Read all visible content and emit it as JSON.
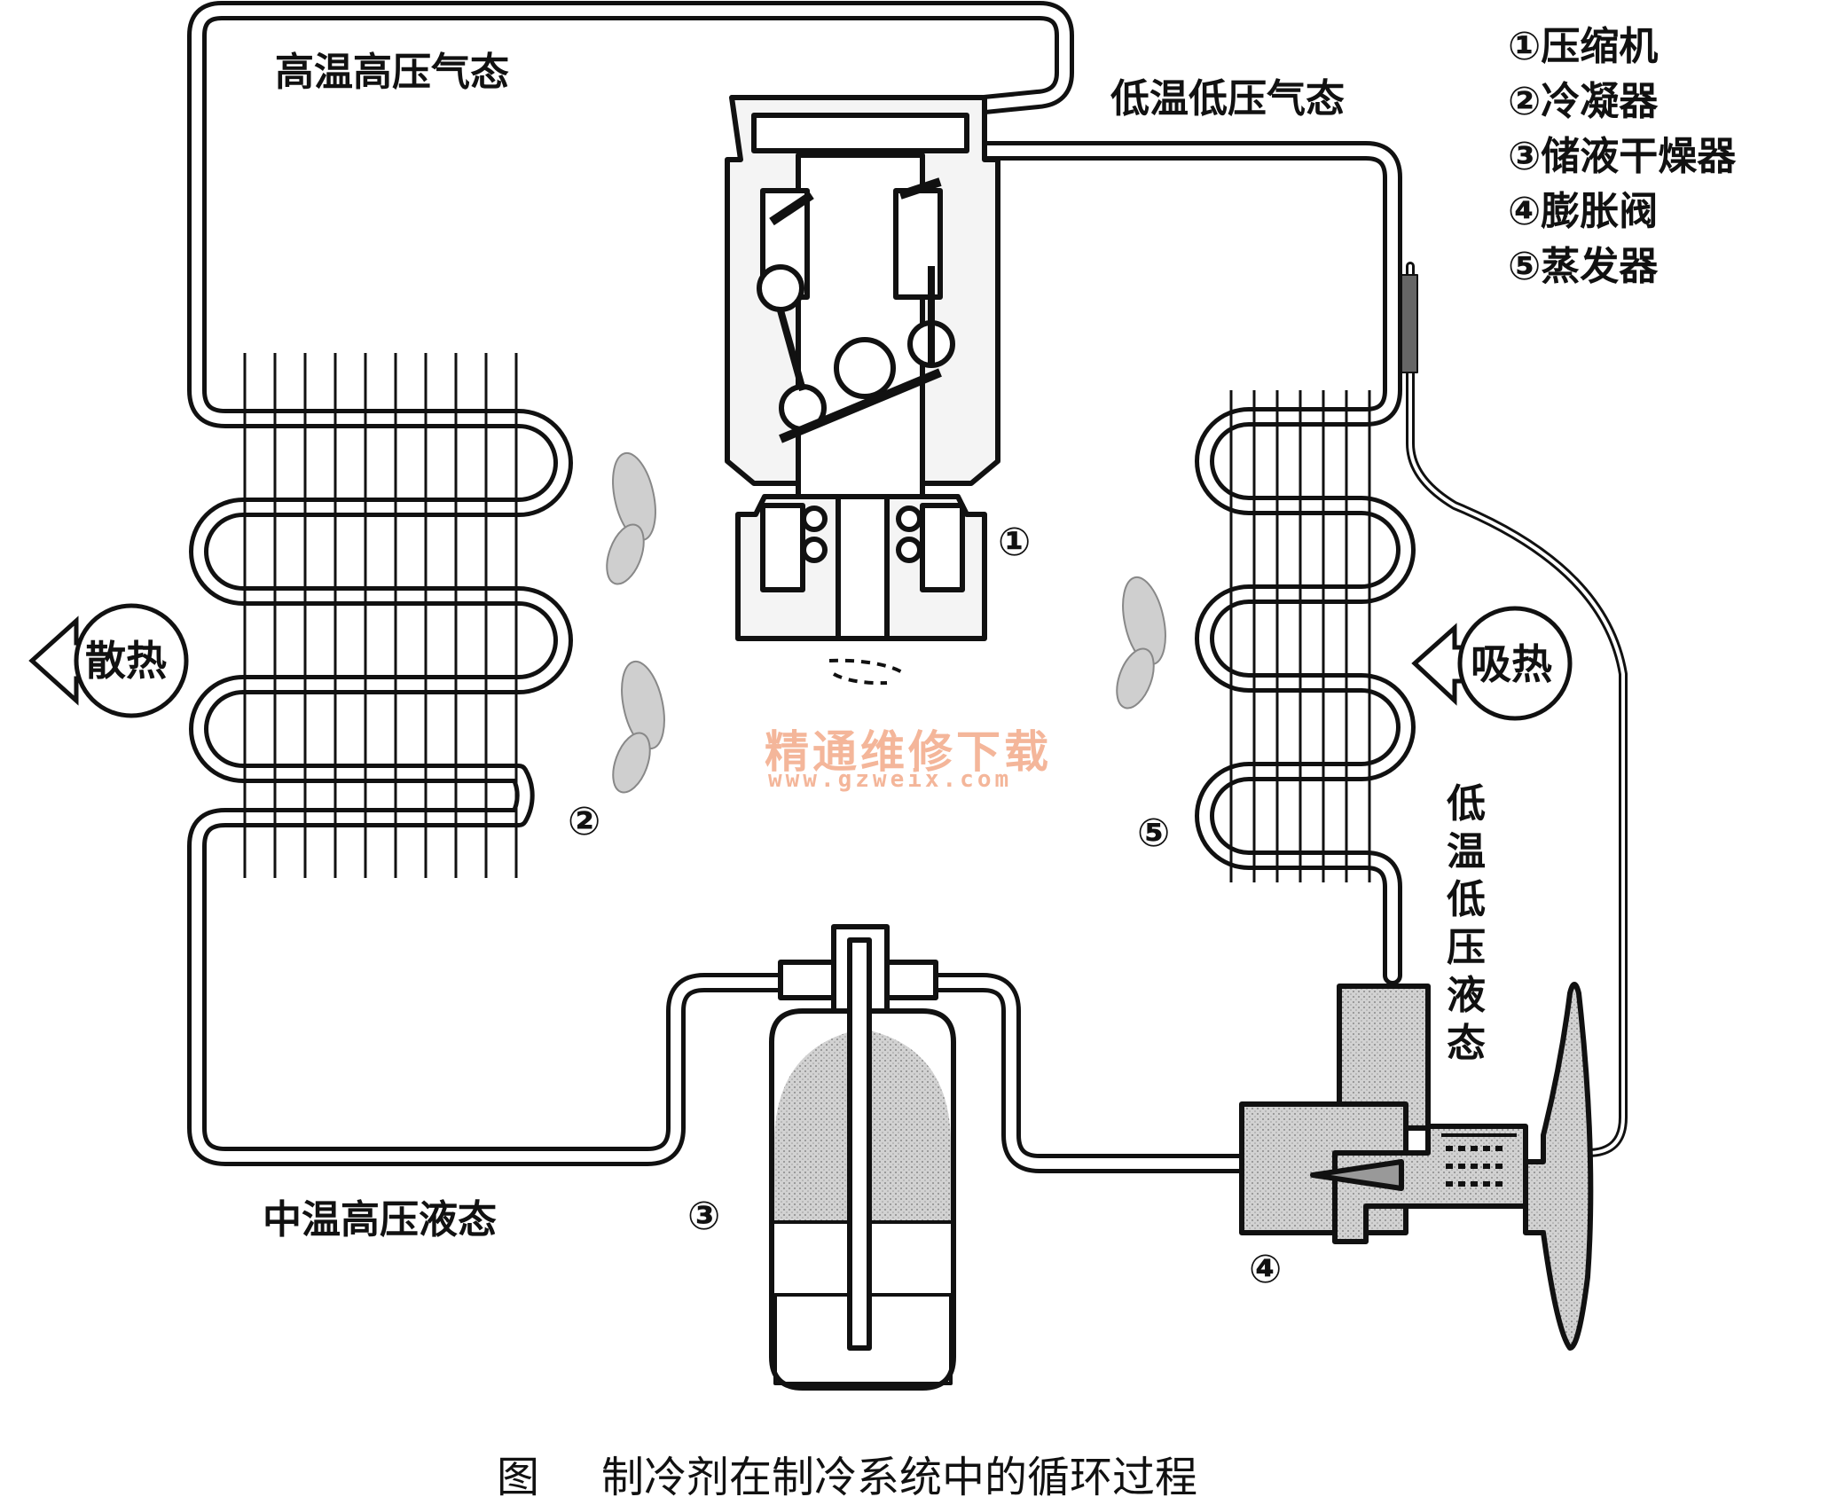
{
  "title_caption": {
    "fig_label": "图",
    "text": "制冷剂在制冷系统中的循环过程"
  },
  "legend": {
    "items": [
      "①压缩机",
      "②冷凝器",
      "③储液干燥器",
      "④膨胀阀",
      "⑤蒸发器"
    ]
  },
  "state_labels": {
    "high_temp_high_pressure_gas": "高温高压气态",
    "low_temp_low_pressure_gas": "低温低压气态",
    "mid_temp_high_pressure_liquid": "中温高压液态",
    "low_temp_low_pressure_liquid": "低温低压液态"
  },
  "heat_labels": {
    "release": "散热",
    "absorb": "吸热"
  },
  "component_numbers": {
    "compressor": "①",
    "condenser": "②",
    "receiver_drier": "③",
    "expansion_valve": "④",
    "evaporator": "⑤"
  },
  "watermark": {
    "line1": "精通维修下载",
    "line2": "www.gzweix.com"
  },
  "colors": {
    "ink": "#111111",
    "pipe_fill": "#ffffff",
    "shade": "#bdbdbd",
    "watermark": "#f4b69a"
  }
}
